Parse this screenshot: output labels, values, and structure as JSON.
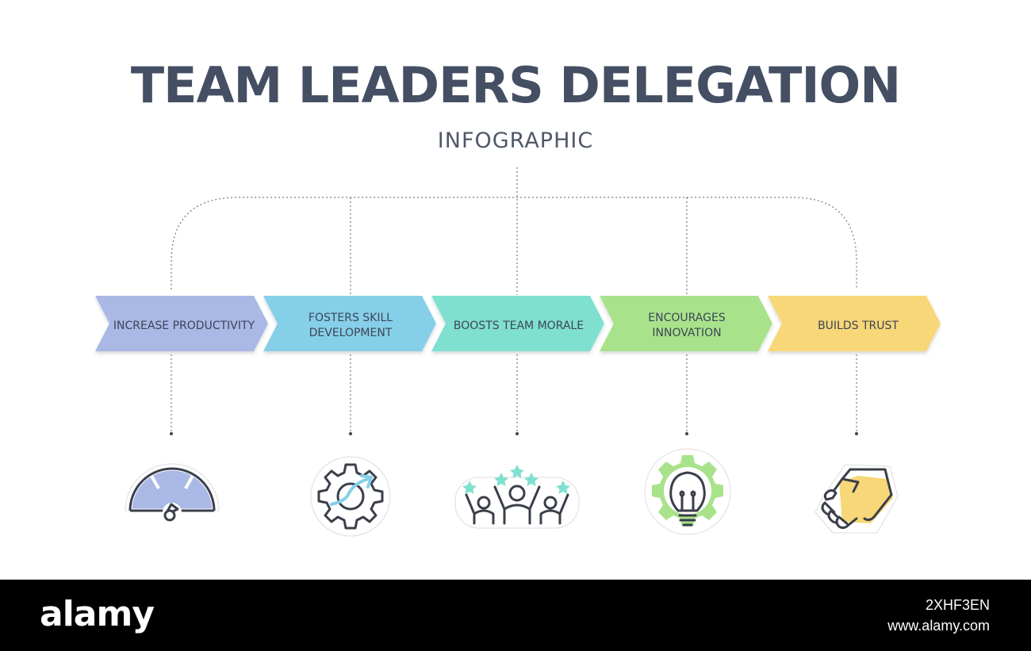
{
  "header": {
    "title": "TEAM LEADERS DELEGATION",
    "subtitle": "INFOGRAPHIC"
  },
  "steps": [
    {
      "label": "INCREASE PRODUCTIVITY",
      "color": "#aab8e6",
      "icon": "speedometer-icon"
    },
    {
      "label": "FOSTERS SKILL DEVELOPMENT",
      "color": "#86cfe8",
      "icon": "gear-growth-icon"
    },
    {
      "label": "BOOSTS TEAM MORALE",
      "color": "#7fe0cf",
      "icon": "team-celebration-icon"
    },
    {
      "label": "ENCOURAGES INNOVATION",
      "color": "#a8e38c",
      "icon": "lightbulb-gear-icon"
    },
    {
      "label": "BUILDS TRUST",
      "color": "#f7d777",
      "icon": "handshake-icon"
    }
  ],
  "colors": {
    "title": "#454f63",
    "connector": "#777777",
    "icon_stroke": "#3a3f4a"
  },
  "footer": {
    "logo": "alamy",
    "image_id": "2XHF3EN",
    "url": "www.alamy.com"
  }
}
